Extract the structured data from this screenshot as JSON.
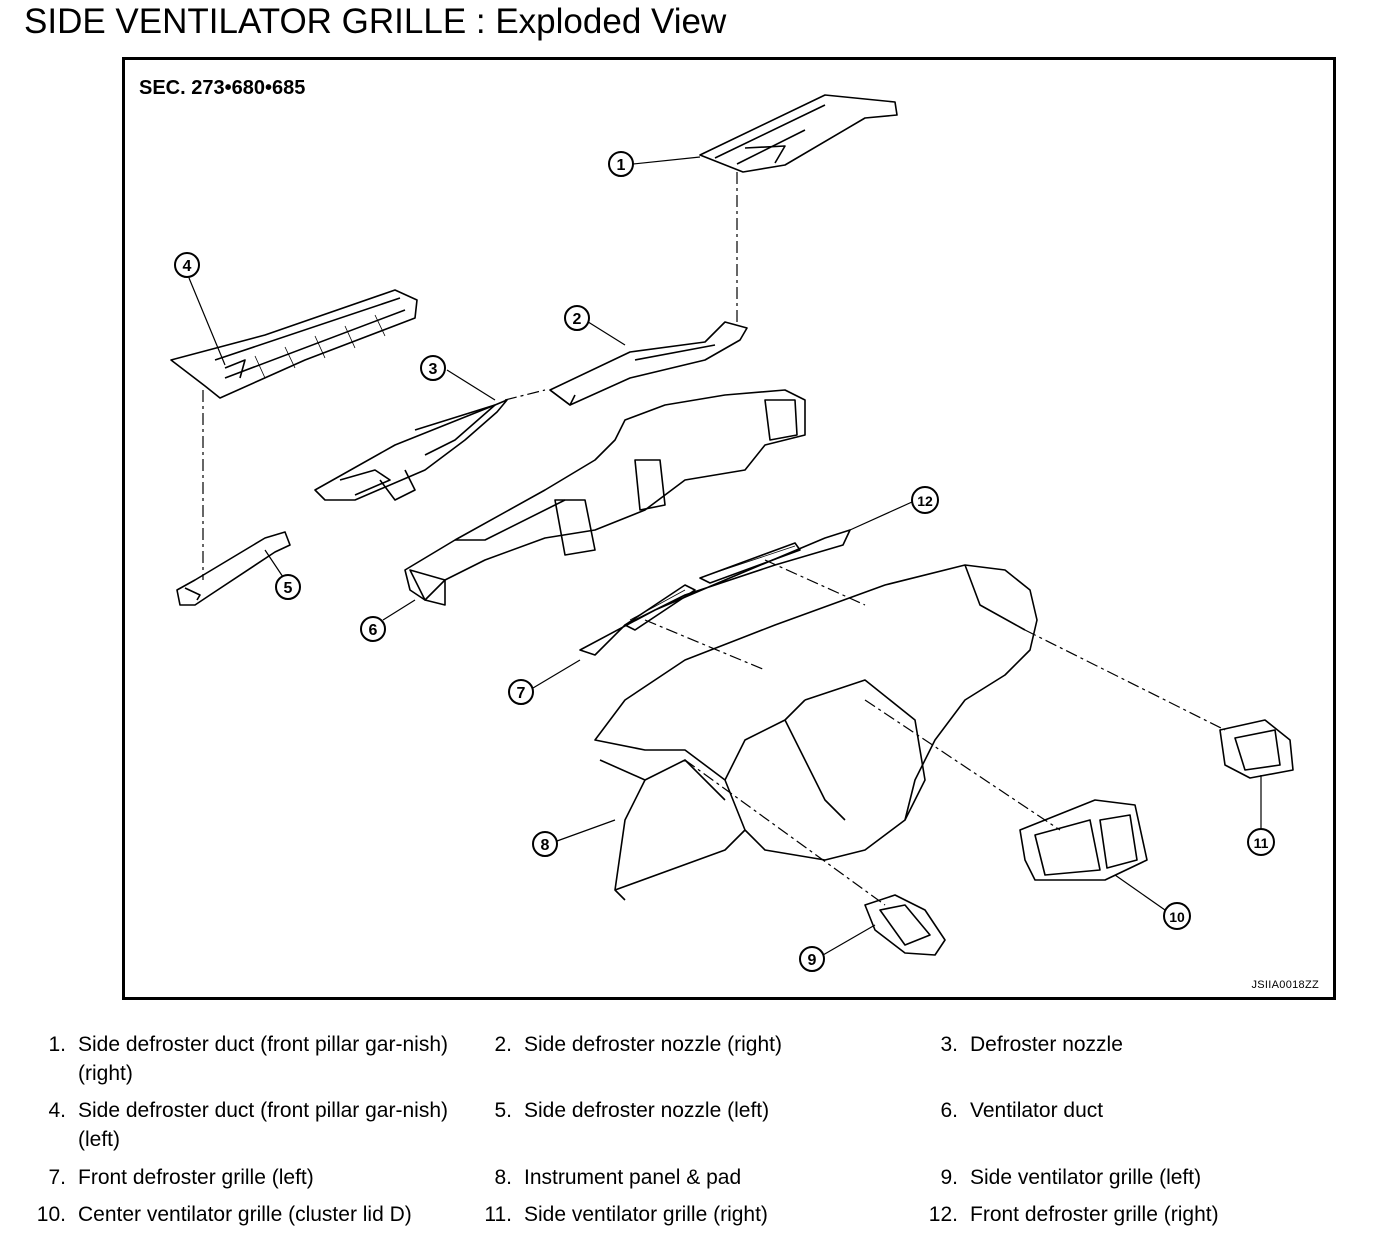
{
  "title": "SIDE VENTILATOR GRILLE : Exploded View",
  "figure": {
    "section": "SEC. 273•680•685",
    "code": "JSIIA0018ZZ"
  },
  "callouts": [
    "1",
    "2",
    "3",
    "4",
    "5",
    "6",
    "7",
    "8",
    "9",
    "10",
    "11",
    "12"
  ],
  "legend": [
    {
      "num": "1.",
      "text": "Side defroster duct (front pillar gar-nish) (right)"
    },
    {
      "num": "2.",
      "text": "Side defroster nozzle (right)"
    },
    {
      "num": "3.",
      "text": "Defroster nozzle"
    },
    {
      "num": "4.",
      "text": "Side defroster duct (front pillar gar-nish) (left)"
    },
    {
      "num": "5.",
      "text": "Side defroster nozzle (left)"
    },
    {
      "num": "6.",
      "text": "Ventilator duct"
    },
    {
      "num": "7.",
      "text": "Front defroster grille (left)"
    },
    {
      "num": "8.",
      "text": "Instrument panel & pad"
    },
    {
      "num": "9.",
      "text": "Side ventilator grille (left)"
    },
    {
      "num": "10.",
      "text": "Center ventilator grille (cluster lid D)"
    },
    {
      "num": "11.",
      "text": "Side ventilator grille (right)"
    },
    {
      "num": "12.",
      "text": "Front defroster grille (right)"
    }
  ]
}
